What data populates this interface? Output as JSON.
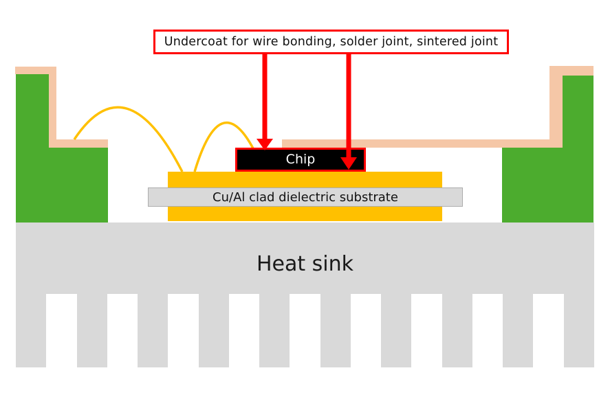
{
  "callout": {
    "text": "Undercoat for wire bonding, solder joint, sintered joint"
  },
  "chip": {
    "label": "Chip"
  },
  "substrate": {
    "label": "Cu/Al clad dielectric substrate"
  },
  "heatsink": {
    "label": "Heat sink"
  },
  "colors": {
    "callout_border": "#ff0000",
    "arrow": "#ff0000",
    "undercoat": "#ff0000",
    "chip_body": "#000000",
    "chip_text": "#ffffff",
    "die_pad": "#ffc000",
    "bond_wire": "#ffc000",
    "lead_frame_green": "#4cac2e",
    "plating_salmon": "#f5c7a7",
    "heatsink_gray": "#d9d9d9",
    "substrate_bar_fill": "#d9d9d9",
    "substrate_bar_border": "#adadad",
    "text": "#111111"
  }
}
